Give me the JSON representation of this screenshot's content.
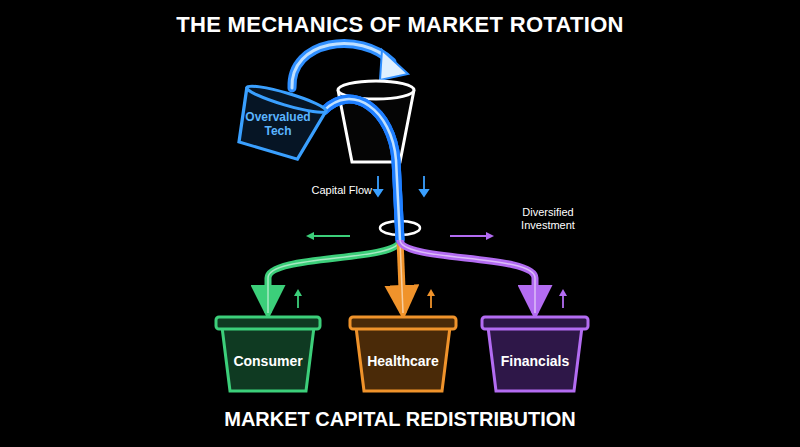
{
  "diagram": {
    "title": "THE MECHANICS OF MARKET ROTATION",
    "caption": "MARKET CAPITAL REDISTRIBUTION",
    "nodes": [
      {
        "text": [
          "Overvalued Tech"
        ]
      },
      {
        "text": [
          "Consumer"
        ]
      },
      {
        "text": [
          "Healthcare"
        ]
      },
      {
        "text": [
          "Financials"
        ]
      }
    ],
    "edges": [
      {
        "from": 0,
        "to": 1,
        "arrow": "to"
      },
      {
        "from": 0,
        "to": 2,
        "arrow": "to"
      },
      {
        "from": 0,
        "to": 3,
        "arrow": "to"
      }
    ],
    "labels": [
      "Capital Flow",
      "Diversified Investment"
    ]
  }
}
